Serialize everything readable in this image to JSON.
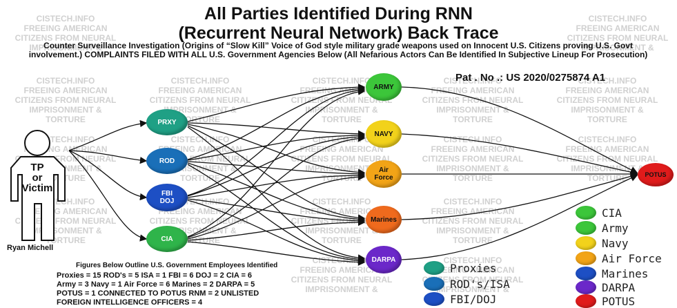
{
  "title_line1": "All Parties Identified During RNN",
  "title_line2": "(Recurrent Neural Network) Back Trace",
  "subtitle": "Counter Surveillance Investigation (Origins of “Slow Kill” Voice of God style military grade weapons used on Innocent U.S. Citizens proving U.S. Govt involvement.) COMPLAINTS FILED WITH ALL U.S. Government Agencies Below (All Nefarious Actors Can Be Identified In Subjective Lineup For Prosecution)",
  "patent": "Pat . No .: US 2020/0275874 A1",
  "watermark": [
    "CISTECH.INFO",
    "FREEING AMERICAN",
    "CITIZENS FROM NEURAL",
    "IMPRISONMENT &",
    "TORTURE"
  ],
  "person": {
    "line1": "TP",
    "line2": "or",
    "line3": "Victim",
    "name": "Ryan Michell"
  },
  "nodes": {
    "prxy": {
      "label": "PRXY",
      "color": "#1fa085"
    },
    "rod": {
      "label": "ROD",
      "color": "#1a6fb8"
    },
    "fbi": {
      "label": "FBI DOJ",
      "color": "#1d4fc4"
    },
    "cia": {
      "label": "CIA",
      "color": "#2fb44a"
    },
    "army": {
      "label": "ARMY",
      "color": "#3cc63a"
    },
    "navy": {
      "label": "NAVY",
      "color": "#f2d21b"
    },
    "airforce": {
      "label": "Air Force",
      "color": "#f2a417"
    },
    "marines": {
      "label": "Marines",
      "color": "#ef6a1d"
    },
    "darpa": {
      "label": "DARPA",
      "color": "#6b28c9"
    },
    "potus": {
      "label": "POTUS",
      "color": "#e01b1b"
    }
  },
  "figures": {
    "heading": "Figures Below Outline U.S. Government Employees Identified",
    "lines": [
      "Proxies = 15 ROD's = 5  ISA = 1  FBI = 6   DOJ = 2  CIA = 6",
      "Army = 3  Navy = 1  Air Force = 6  Marines = 2   DARPA = 5",
      "POTUS = 1  CONNECTED TO POTUS RNM = 2  UNLISTED",
      "FOREIGN INTELLIGENCE OFFICERS = 4"
    ]
  },
  "legend_left": [
    {
      "label": "Proxies",
      "color": "#1fa085"
    },
    {
      "label": "ROD's/ISA",
      "color": "#1a6fb8"
    },
    {
      "label": "FBI/DOJ",
      "color": "#1d4fc4"
    }
  ],
  "legend_right": [
    {
      "label": "CIA",
      "color": "#3cc63a"
    },
    {
      "label": "Army",
      "color": "#3cc63a"
    },
    {
      "label": "Navy",
      "color": "#f2d21b"
    },
    {
      "label": "Air Force",
      "color": "#f2a417"
    },
    {
      "label": "Marines",
      "color": "#1d4fc4"
    },
    {
      "label": "DARPA",
      "color": "#6b28c9"
    },
    {
      "label": "POTUS",
      "color": "#e01b1b"
    }
  ]
}
